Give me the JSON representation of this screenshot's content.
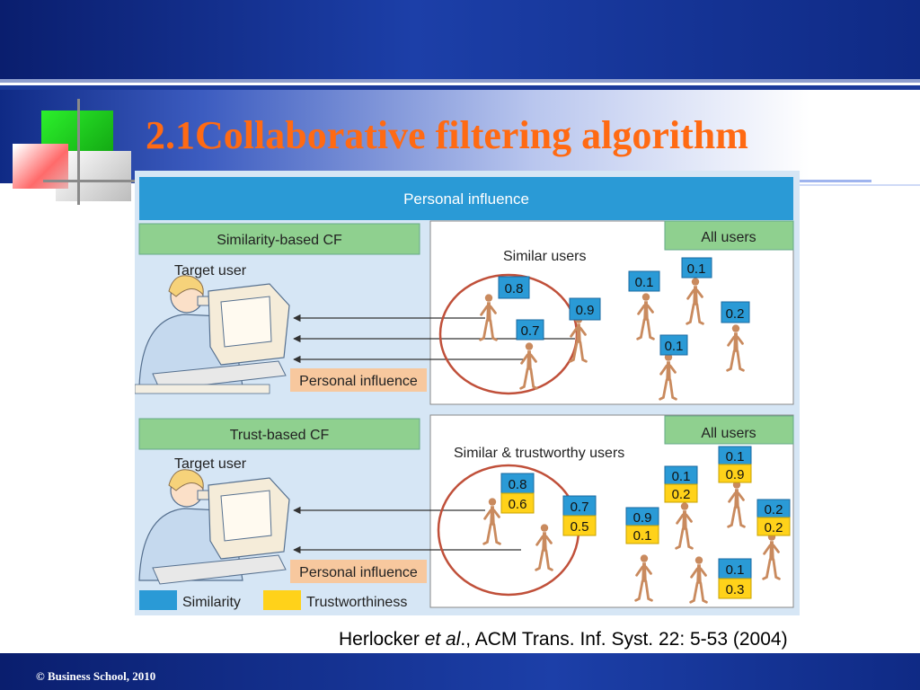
{
  "slide": {
    "title": "2.1Collaborative filtering algorithm",
    "citation_author": "Herlocker ",
    "citation_etal": "et al",
    "citation_rest": "., ACM Trans. Inf. Syst. 22: 5-53 (2004)",
    "footer": "© Business School, 2010"
  },
  "colors": {
    "header_blue": "#1c3fa8",
    "title_orange": "#ff6a13",
    "similarity_blue": "#2a9ad6",
    "trust_yellow": "#ffd21a",
    "cf_box_green": "#8fd08f",
    "influence_peach": "#f7c89e",
    "circle_red": "#c0503a"
  },
  "diagram": {
    "banner": "Personal influence",
    "top_panel": {
      "label": "Similarity-based CF",
      "target_user": "Target user",
      "influence": "Personal influence",
      "group_label": "Similar users",
      "all_users": "All users",
      "inside_circle": [
        {
          "similarity": "0.8"
        },
        {
          "similarity": "0.9"
        },
        {
          "similarity": "0.7"
        }
      ],
      "outside_circle": [
        {
          "similarity": "0.1"
        },
        {
          "similarity": "0.1"
        },
        {
          "similarity": "0.2"
        },
        {
          "similarity": "0.1"
        }
      ]
    },
    "bottom_panel": {
      "label": "Trust-based CF",
      "target_user": "Target user",
      "influence": "Personal influence",
      "group_label": "Similar & trustworthy users",
      "all_users": "All users",
      "inside_circle": [
        {
          "similarity": "0.8",
          "trust": "0.6"
        },
        {
          "similarity": "0.7",
          "trust": "0.5"
        }
      ],
      "outside_circle": [
        {
          "similarity": "0.1",
          "trust": "0.9"
        },
        {
          "similarity": "0.1",
          "trust": "0.2"
        },
        {
          "similarity": "0.9",
          "trust": "0.1"
        },
        {
          "similarity": "0.2",
          "trust": "0.2"
        },
        {
          "similarity": "0.1",
          "trust": "0.3"
        }
      ]
    },
    "legend": {
      "similarity": "Similarity",
      "trustworthiness": "Trustworthiness"
    }
  }
}
